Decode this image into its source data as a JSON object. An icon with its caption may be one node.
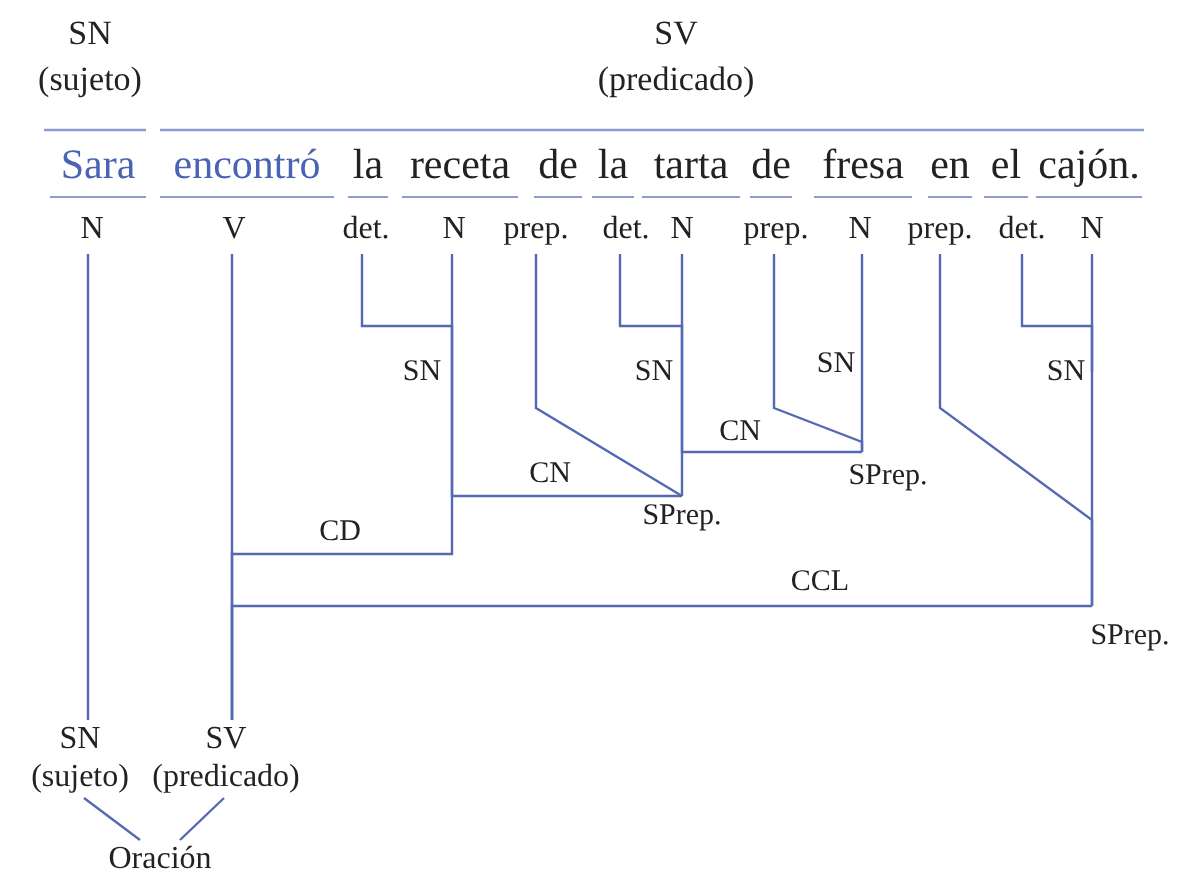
{
  "diagram": {
    "nodes": [
      {
        "text": [
          "SN",
          "(sujeto)"
        ]
      },
      {
        "text": [
          "SV",
          "(predicado)"
        ]
      },
      {
        "text": [
          "Sara"
        ]
      },
      {
        "text": [
          "encontró"
        ]
      },
      {
        "text": [
          "la"
        ]
      },
      {
        "text": [
          "receta"
        ]
      },
      {
        "text": [
          "de"
        ]
      },
      {
        "text": [
          "la"
        ]
      },
      {
        "text": [
          "tarta"
        ]
      },
      {
        "text": [
          "de"
        ]
      },
      {
        "text": [
          "fresa"
        ]
      },
      {
        "text": [
          "en"
        ]
      },
      {
        "text": [
          "el"
        ]
      },
      {
        "text": [
          "cajón."
        ]
      },
      {
        "text": [
          "N"
        ]
      },
      {
        "text": [
          "V"
        ]
      },
      {
        "text": [
          "det."
        ]
      },
      {
        "text": [
          "N"
        ]
      },
      {
        "text": [
          "prep."
        ]
      },
      {
        "text": [
          "det."
        ]
      },
      {
        "text": [
          "N"
        ]
      },
      {
        "text": [
          "prep."
        ]
      },
      {
        "text": [
          "N"
        ]
      },
      {
        "text": [
          "prep."
        ]
      },
      {
        "text": [
          "det."
        ]
      },
      {
        "text": [
          "N"
        ]
      },
      {
        "text": [
          "SN"
        ]
      },
      {
        "text": [
          "SN"
        ]
      },
      {
        "text": [
          "SN"
        ]
      },
      {
        "text": [
          "SN"
        ]
      },
      {
        "text": [
          "SPrep."
        ]
      },
      {
        "text": [
          "SPrep."
        ]
      },
      {
        "text": [
          "SPrep."
        ]
      },
      {
        "text": [
          "SN",
          "(sujeto)"
        ]
      },
      {
        "text": [
          "SV",
          "(predicado)"
        ]
      },
      {
        "text": [
          "Oración"
        ]
      }
    ],
    "edges": [
      {
        "from": 14,
        "to": 33,
        "arrow": "none"
      },
      {
        "from": 15,
        "to": 34,
        "arrow": "none"
      },
      {
        "from": 16,
        "to": 26,
        "arrow": "none"
      },
      {
        "from": 17,
        "to": 26,
        "arrow": "none"
      },
      {
        "from": 18,
        "to": 31,
        "arrow": "none"
      },
      {
        "from": 19,
        "to": 27,
        "arrow": "none"
      },
      {
        "from": 20,
        "to": 27,
        "arrow": "none"
      },
      {
        "from": 27,
        "to": 31,
        "arrow": "none"
      },
      {
        "from": 21,
        "to": 30,
        "arrow": "none"
      },
      {
        "from": 22,
        "to": 28,
        "arrow": "none"
      },
      {
        "from": 28,
        "to": 30,
        "arrow": "none"
      },
      {
        "from": 23,
        "to": 32,
        "arrow": "none"
      },
      {
        "from": 24,
        "to": 29,
        "arrow": "none"
      },
      {
        "from": 25,
        "to": 29,
        "arrow": "none"
      },
      {
        "from": 29,
        "to": 32,
        "arrow": "none"
      },
      {
        "from": 30,
        "to": 27,
        "arrow": "none",
        "label": "CN"
      },
      {
        "from": 31,
        "to": 26,
        "arrow": "none",
        "label": "CN"
      },
      {
        "from": 26,
        "to": 34,
        "arrow": "none",
        "label": "CD"
      },
      {
        "from": 32,
        "to": 34,
        "arrow": "none",
        "label": "CCL"
      },
      {
        "from": 33,
        "to": 35,
        "arrow": "none"
      },
      {
        "from": 34,
        "to": 35,
        "arrow": "none"
      }
    ]
  }
}
